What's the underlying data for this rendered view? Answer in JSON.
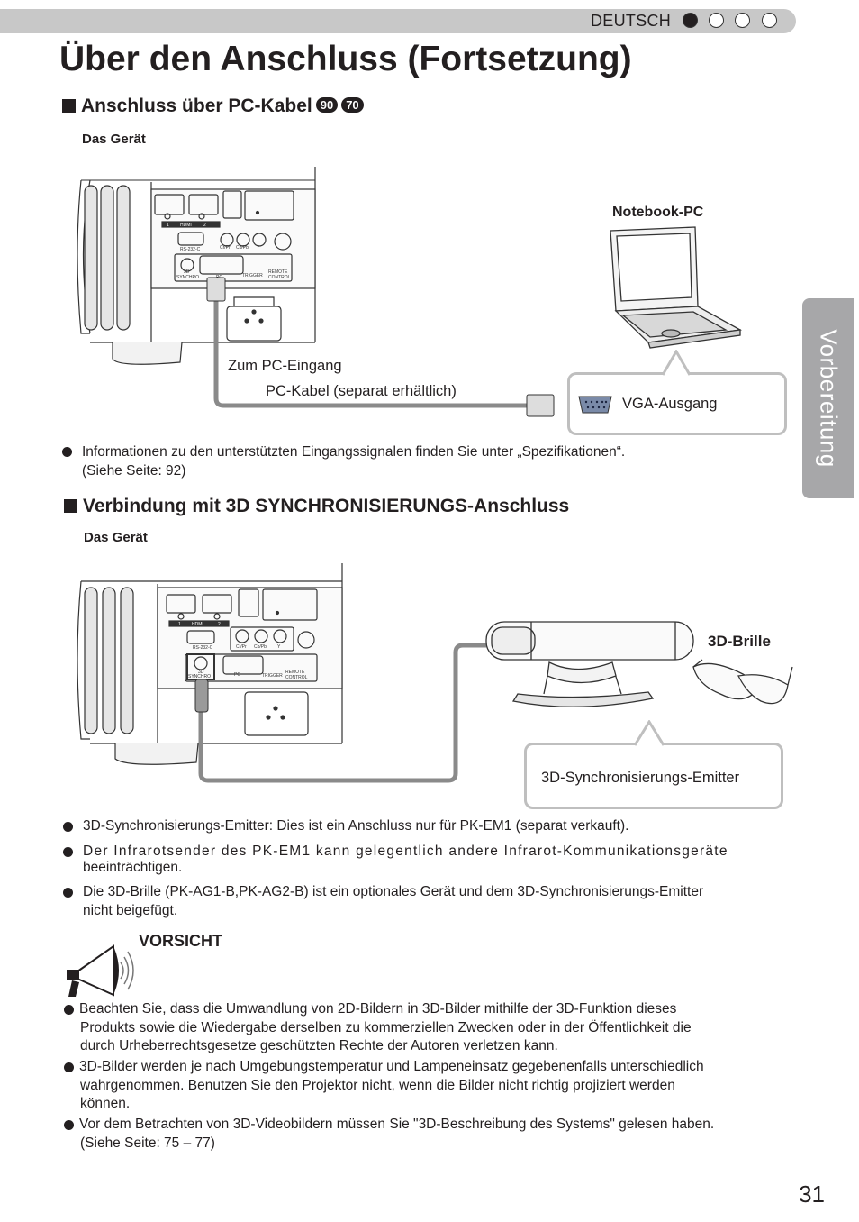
{
  "header": {
    "language": "DEUTSCH"
  },
  "page_title": "Über den Anschluss (Fortsetzung)",
  "side_tab": "Vorbereitung",
  "section1": {
    "heading": "Anschluss über PC-Kabel",
    "badges": [
      "90",
      "70"
    ],
    "device_label": "Das Gerät",
    "notebook_label": "Notebook-PC",
    "to_pc_input": "Zum PC-Eingang",
    "cable_label": "PC-Kabel (separat erhältlich)",
    "vga_output": "VGA-Ausgang",
    "note_line1": "Informationen zu den unterstützten Eingangssignalen finden Sie unter „Spezifikationen“.",
    "note_line2": "(Siehe Seite: 92)"
  },
  "section2": {
    "heading": "Verbindung mit 3D SYNCHRONISIERUNGS-Anschluss",
    "device_label": "Das Gerät",
    "glasses_label": "3D-Brille",
    "emitter_label": "3D-Synchronisierungs-Emitter",
    "bullets": [
      "3D-Synchronisierungs-Emitter: Dies ist ein Anschluss nur für PK-EM1 (separat verkauft).",
      "Der Infrarotsender des PK-EM1 kann gelegentlich andere Infrarot-Kommunikationsgeräte",
      "beeinträchtigen.",
      "Die 3D-Brille (PK-AG1-B,PK-AG2-B) ist ein optionales Gerät und dem 3D-Synchronisierungs-Emitter",
      "nicht beigefügt."
    ]
  },
  "panel_labels": {
    "hdmi": "HDMI",
    "hdmi1": "1",
    "hdmi2": "2",
    "rs232c": "RS-232-C",
    "cbpb": "Cb/Pb",
    "crpr": "Cr/Pr",
    "y": "Y",
    "synchro": "SYNCHRO",
    "threed": "3D",
    "pc": "PC",
    "trigger": "TRIGGER",
    "remote": "REMOTE",
    "control": "CONTROL"
  },
  "caution": {
    "title": "VORSICHT",
    "items": [
      [
        "Beachten Sie, dass die Umwandlung von 2D-Bildern in 3D-Bilder mithilfe der 3D-Funktion dieses",
        "Produkts sowie die Wiedergabe derselben zu kommerziellen Zwecken oder in der Öffentlichkeit die",
        "durch Urheberrechtsgesetze geschützten Rechte der Autoren verletzen kann."
      ],
      [
        "3D-Bilder werden je nach Umgebungstemperatur und Lampeneinsatz gegebenenfalls unterschiedlich",
        "wahrgenommen. Benutzen Sie den Projektor nicht, wenn die Bilder nicht richtig projiziert werden",
        "können."
      ],
      [
        "Vor dem Betrachten von 3D-Videobildern müssen Sie \"3D-Beschreibung des Systems\" gelesen haben.",
        "(Siehe Seite: 75 – 77)"
      ]
    ]
  },
  "page_number": "31",
  "colors": {
    "topbar": "#c8c8c8",
    "side_tab": "#a7a7a9",
    "cable": "#8a8a8a",
    "callout_border": "#bfbfbf",
    "text": "#231f20"
  }
}
